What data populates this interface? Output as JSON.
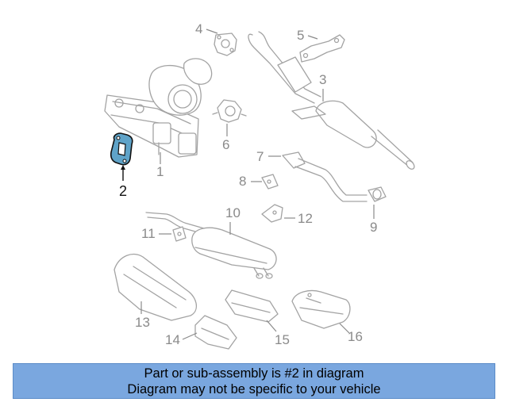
{
  "callouts": {
    "c1": "1",
    "c2": "2",
    "c3": "3",
    "c4": "4",
    "c5": "5",
    "c6": "6",
    "c7": "7",
    "c8": "8",
    "c9": "9",
    "c10": "10",
    "c11": "11",
    "c12": "12",
    "c13": "13",
    "c14": "14",
    "c15": "15",
    "c16": "16"
  },
  "highlighted_part": "2",
  "colors": {
    "highlight_fill": "#5fa3c8",
    "caption_bg": "#7aa7df",
    "line_art": "#a3a3a3"
  },
  "caption": {
    "line1": "Part or sub-assembly is #2 in diagram",
    "line2": "Diagram may not be specific to your vehicle"
  }
}
